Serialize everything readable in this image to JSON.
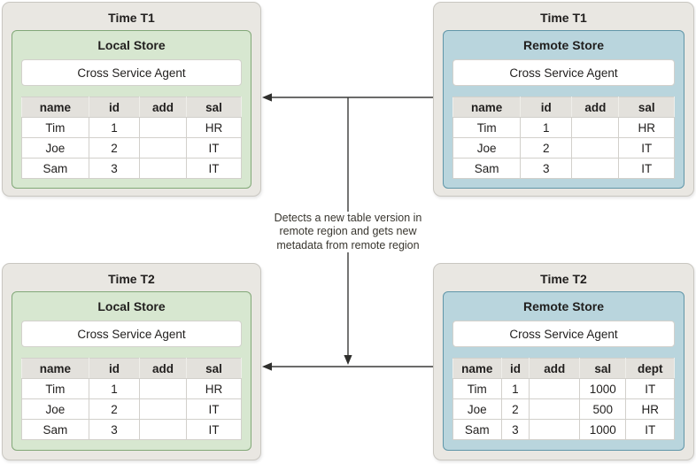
{
  "diagram": {
    "annotation": "Detects a new table version in remote region and gets new metadata from remote region",
    "annotation_lines": [
      "Detects a new table version in",
      "remote region and gets new",
      "metadata from remote region"
    ],
    "colors": {
      "panel_bg": "#e9e7e2",
      "panel_border": "#c9c7c1",
      "local_bg": "#d7e7d0",
      "local_border": "#82a878",
      "remote_bg": "#b9d5dd",
      "remote_border": "#6096a8",
      "table_header_bg": "#e3e1dc",
      "arrow": "#3a3a38",
      "text": "#211f1e"
    },
    "panels": [
      {
        "time": "Time T1",
        "store": "Local Store",
        "agent": "Cross Service Agent",
        "table": {
          "headers": [
            "name",
            "id",
            "add",
            "sal"
          ],
          "rows": [
            [
              "Tim",
              "1",
              "",
              "HR"
            ],
            [
              "Joe",
              "2",
              "",
              "IT"
            ],
            [
              "Sam",
              "3",
              "",
              "IT"
            ]
          ]
        }
      },
      {
        "time": "Time T1",
        "store": "Remote Store",
        "agent": "Cross Service Agent",
        "table": {
          "headers": [
            "name",
            "id",
            "add",
            "sal"
          ],
          "rows": [
            [
              "Tim",
              "1",
              "",
              "HR"
            ],
            [
              "Joe",
              "2",
              "",
              "IT"
            ],
            [
              "Sam",
              "3",
              "",
              "IT"
            ]
          ]
        }
      },
      {
        "time": "Time T2",
        "store": "Local Store",
        "agent": "Cross Service Agent",
        "table": {
          "headers": [
            "name",
            "id",
            "add",
            "sal"
          ],
          "rows": [
            [
              "Tim",
              "1",
              "",
              "HR"
            ],
            [
              "Joe",
              "2",
              "",
              "IT"
            ],
            [
              "Sam",
              "3",
              "",
              "IT"
            ]
          ]
        }
      },
      {
        "time": "Time T2",
        "store": "Remote Store",
        "agent": "Cross Service Agent",
        "table": {
          "headers": [
            "name",
            "id",
            "add",
            "sal",
            "dept"
          ],
          "rows": [
            [
              "Tim",
              "1",
              "",
              "1000",
              "IT"
            ],
            [
              "Joe",
              "2",
              "",
              "500",
              "HR"
            ],
            [
              "Sam",
              "3",
              "",
              "1000",
              "IT"
            ]
          ]
        }
      }
    ]
  }
}
